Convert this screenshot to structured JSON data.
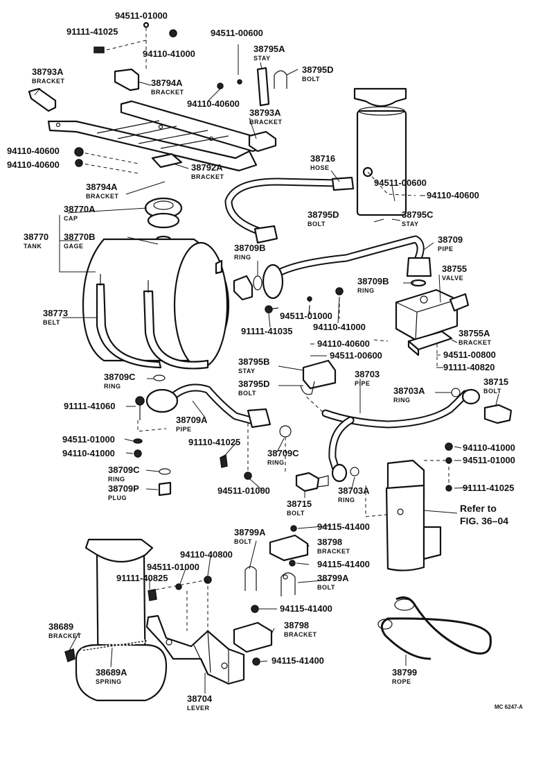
{
  "labels": {
    "p_94511_01000_top": "94511-01000",
    "p_91111_41025_top": "91111-41025",
    "p_94110_41000_top": "94110-41000",
    "p_94511_00600_top": "94511-00600",
    "p_38795A": "38795A",
    "n_38795A": "STAY",
    "p_38795D_top": "38795D",
    "n_38795D_top": "BOLT",
    "p_38793A_left": "38793A",
    "n_38793A_left": "BRACKET",
    "p_38794A_top": "38794A",
    "n_38794A_top": "BRACKET",
    "p_94110_40600_mid": "94110-40600",
    "p_38793A_right": "38793A",
    "n_38793A_right": "BRACKET",
    "p_94110_40600_l1": "94110-40600",
    "p_94110_40600_l2": "94110-40600",
    "p_38716": "38716",
    "n_38716": "HOSE",
    "p_38792A": "38792A",
    "n_38792A": "BRACKET",
    "p_94511_00600_r": "94511-00600",
    "p_94110_40600_r": "94110-40600",
    "p_38794A_low": "38794A",
    "n_38794A_low": "BRACKET",
    "p_38770A": "38770A",
    "n_38770A": "CAP",
    "p_38795D_mid": "38795D",
    "n_38795D_mid": "BOLT",
    "p_38795C": "38795C",
    "n_38795C": "STAY",
    "p_38770": "38770",
    "n_38770": "TANK",
    "p_38770B": "38770B",
    "n_38770B": "GAGE",
    "p_38709": "38709",
    "n_38709": "PIPE",
    "p_38709B_l": "38709B",
    "n_38709B_l": "RING",
    "p_38755": "38755",
    "n_38755": "VALVE",
    "p_38709B_r": "38709B",
    "n_38709B_r": "RING",
    "p_38773": "38773",
    "n_38773": "BELT",
    "p_94511_01000_mid": "94511-01000",
    "p_94110_41000_mid": "94110-41000",
    "p_91111_41035": "91111-41035",
    "p_94110_40600_v": "94110-40600",
    "p_38755A": "38755A",
    "n_38755A": "BRACKET",
    "p_94511_00600_v": "94511-00600",
    "p_94511_00800": "94511-00800",
    "p_91111_40820": "91111-40820",
    "p_38795B": "38795B",
    "n_38795B": "STAY",
    "p_38709C_top": "38709C",
    "n_38709C_top": "RING",
    "p_38703": "38703",
    "n_38703": "PIPE",
    "p_38715_r": "38715",
    "n_38715_r": "BOLT",
    "p_38795D_low": "38795D",
    "n_38795D_low": "BOLT",
    "p_38703A_r": "38703A",
    "n_38703A_r": "RING",
    "p_91111_41060": "91111-41060",
    "p_38709A": "38709A",
    "n_38709A": "PIPE",
    "p_94511_01000_l": "94511-01000",
    "p_94110_41000_l": "94110-41000",
    "p_91110_41025": "91110-41025",
    "p_38709C_mid": "38709C",
    "n_38709C_mid": "RING",
    "p_94110_41000_rr": "94110-41000",
    "p_94511_01000_rr": "94511-01000",
    "p_38709C_low": "38709C",
    "n_38709C_low": "RING",
    "p_38709P": "38709P",
    "n_38709P": "PLUG",
    "p_38715_m": "38715",
    "n_38715_m": "BOLT",
    "p_38703A_m": "38703A",
    "n_38703A_m": "RING",
    "p_94511_01000_c": "94511-01000",
    "p_91111_41025_r": "91111-41025",
    "ref_line1": "Refer to",
    "ref_line2": "FIG. 36–04",
    "p_38799A_top": "38799A",
    "n_38799A_top": "BOLT",
    "p_94115_41400_a": "94115-41400",
    "p_38798_top": "38798",
    "n_38798_top": "BRACKET",
    "p_94110_40800": "94110-40800",
    "p_94511_01000_b": "94511-01000",
    "p_94115_41400_b": "94115-41400",
    "p_91111_40825": "91111-40825",
    "p_38799A_mid": "38799A",
    "n_38799A_mid": "BOLT",
    "p_94115_41400_c": "94115-41400",
    "p_38689": "38689",
    "n_38689": "BRACKET",
    "p_38798_low": "38798",
    "n_38798_low": "BRACKET",
    "p_94115_41400_d": "94115-41400",
    "p_38689A": "38689A",
    "n_38689A": "SPRING",
    "p_38799": "38799",
    "n_38799": "ROPE",
    "p_38704": "38704",
    "n_38704": "LEVER",
    "fig_code": "MC 6247-A"
  }
}
